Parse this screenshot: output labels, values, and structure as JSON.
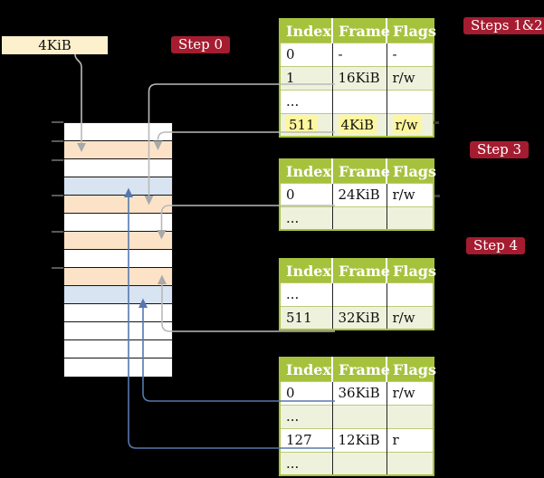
{
  "title_box": {
    "label": "4KiB"
  },
  "labels": {
    "step0": "Step 0",
    "steps12": "Steps 1&2",
    "step3": "Step 3",
    "step4": "Step 4"
  },
  "memory_column": {
    "description": "physical memory frames, top to bottom",
    "rows": [
      "white",
      "orange",
      "white",
      "blue",
      "orange",
      "white",
      "orange",
      "white",
      "orange",
      "blue",
      "white",
      "white",
      "white",
      "white"
    ]
  },
  "tables": [
    {
      "id": "steps12",
      "headers": [
        "Index",
        "Frame",
        "Flags"
      ],
      "rows": [
        {
          "cells": [
            "0",
            "-",
            "-"
          ]
        },
        {
          "cells": [
            "1",
            "16KiB",
            "r/w"
          ]
        },
        {
          "cells": [
            "...",
            "",
            ""
          ]
        },
        {
          "cells": [
            "511",
            "4KiB",
            "r/w"
          ],
          "highlight": true
        }
      ]
    },
    {
      "id": "step3",
      "headers": [
        "Index",
        "Frame",
        "Flags"
      ],
      "rows": [
        {
          "cells": [
            "0",
            "24KiB",
            "r/w"
          ]
        },
        {
          "cells": [
            "...",
            "",
            ""
          ]
        }
      ]
    },
    {
      "id": "step4a",
      "headers": [
        "Index",
        "Frame",
        "Flags"
      ],
      "rows": [
        {
          "cells": [
            "...",
            "",
            ""
          ]
        },
        {
          "cells": [
            "511",
            "32KiB",
            "r/w"
          ]
        }
      ]
    },
    {
      "id": "step4b",
      "headers": [
        "Index",
        "Frame",
        "Flags"
      ],
      "rows": [
        {
          "cells": [
            "0",
            "36KiB",
            "r/w"
          ]
        },
        {
          "cells": [
            "...",
            "",
            ""
          ]
        },
        {
          "cells": [
            "127",
            "12KiB",
            "r"
          ]
        },
        {
          "cells": [
            "...",
            "",
            ""
          ]
        }
      ]
    }
  ],
  "colors": {
    "background": "#000000",
    "table_header_green": "#a6c23d",
    "table_row_green": "#eef2dc",
    "memory_orange": "#fce3c8",
    "memory_blue": "#d9e4f2",
    "step_label_crimson": "#a51c30",
    "highlight_yellow": "#fdf69e",
    "connector_gray": "#b9b9b9",
    "connector_blue": "#5678ae",
    "size_box_cream": "#fdf0cd"
  }
}
